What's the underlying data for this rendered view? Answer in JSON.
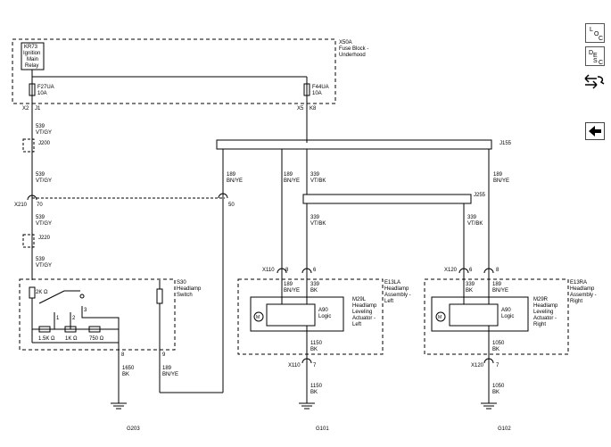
{
  "x50a": {
    "id": "X50A",
    "name1": "Fuse Block -",
    "name2": "Underhood"
  },
  "kr73": {
    "l1": "KR73",
    "l2": "Ignition",
    "l3": "Main",
    "l4": "Relay"
  },
  "f27ua": {
    "id": "F27UA",
    "amp": "10A",
    "pin_a": "X2",
    "pin_b": "J1"
  },
  "f44ua": {
    "id": "F44UA",
    "amp": "10A",
    "pin_a": "X5",
    "pin_b": "K8"
  },
  "wires": {
    "w539": "539",
    "vtgy": "VT/GY",
    "w189": "189",
    "bnye": "BN/YE",
    "w339": "339",
    "vtbk": "VT/BK",
    "w1150": "1150",
    "w1050": "1050",
    "w1650": "1650",
    "bk": "BK"
  },
  "splices": {
    "j200": "J200",
    "j220": "J220",
    "j155": "J155",
    "j255": "J255"
  },
  "connectors": {
    "x210": "X210",
    "p70": "70",
    "p50": "50",
    "x110": "X110",
    "x120": "X120",
    "p8": "8",
    "p6": "6",
    "p7": "7",
    "p9": "9"
  },
  "s30": {
    "id": "S30",
    "l1": "Headlamp",
    "l2": "Switch",
    "r1": "2K Ω",
    "r2": "1.5K Ω",
    "r3": "1K Ω",
    "r4": "750 Ω",
    "t1": "1",
    "t2": "2",
    "t3": "3"
  },
  "e13la": {
    "id": "E13LA",
    "l1": "Headlamp",
    "l2": "Assembly -",
    "l3": "Left"
  },
  "e13ra": {
    "id": "E13RA",
    "l1": "Headlamp",
    "l2": "Assembly -",
    "l3": "Right"
  },
  "m29l": {
    "id": "M29L",
    "l1": "Headlamp",
    "l2": "Leveling",
    "l3": "Actuator -",
    "l4": "Left",
    "logic_a": "A90",
    "logic_b": "Logic",
    "motor": "M"
  },
  "m29r": {
    "id": "M29R",
    "l1": "Headlamp",
    "l2": "Leveling",
    "l3": "Actuator -",
    "l4": "Right",
    "logic_a": "A90",
    "logic_b": "Logic",
    "motor": "M"
  },
  "grounds": {
    "g203": "G203",
    "g101": "G101",
    "g102": "G102"
  },
  "toolbar": {
    "loc_l": "L",
    "loc_o": "O",
    "loc_c": "C",
    "desc_d": "D",
    "desc_e": "E",
    "desc_s": "S",
    "desc_c": "C"
  }
}
